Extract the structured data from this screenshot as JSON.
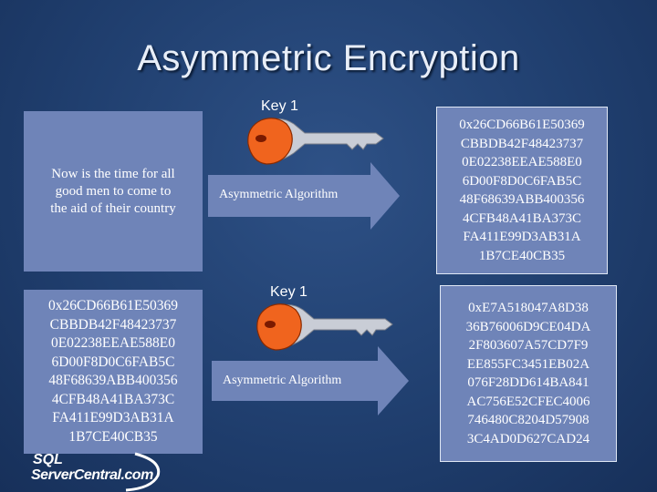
{
  "slide": {
    "title": "Asymmetric Encryption"
  },
  "top_row": {
    "key_label": "Key 1",
    "plaintext": "Now is the time for all\ngood men to come to\nthe aid of their country",
    "algorithm_label": "Asymmetric Algorithm",
    "ciphertext": "0x26CD66B61E50369\nCBBDB42F48423737\n0E02238EEAE588E0\n6D00F8D0C6FAB5C\n48F68639ABB400356\n4CFB48A41BA373C\nFA411E99D3AB31A\n1B7CE40CB35"
  },
  "bottom_row": {
    "key_label": "Key 1",
    "ciphertext_in": "0x26CD66B61E50369\nCBBDB42F48423737\n0E02238EEAE588E0\n6D00F8D0C6FAB5C\n48F68639ABB400356\n4CFB48A41BA373C\nFA411E99D3AB31A\n1B7CE40CB35",
    "algorithm_label": "Asymmetric Algorithm",
    "ciphertext_out": "0xE7A518047A8D38\n36B76006D9CE04DA\n2F803607A57CD7F9\nEE855FC3451EB02A\n076F28DD614BA841\nAC756E52CFEC4006\n746480C8204D57908\n3C4AD0D627CAD24"
  },
  "logo": {
    "line1": "SQL",
    "line2": "ServerCentral.com"
  },
  "colors": {
    "box_fill": "#6f84b8",
    "key_orange": "#f0641e",
    "key_gray": "#c9cdd6",
    "arrow_fill": "#6f84b8"
  }
}
